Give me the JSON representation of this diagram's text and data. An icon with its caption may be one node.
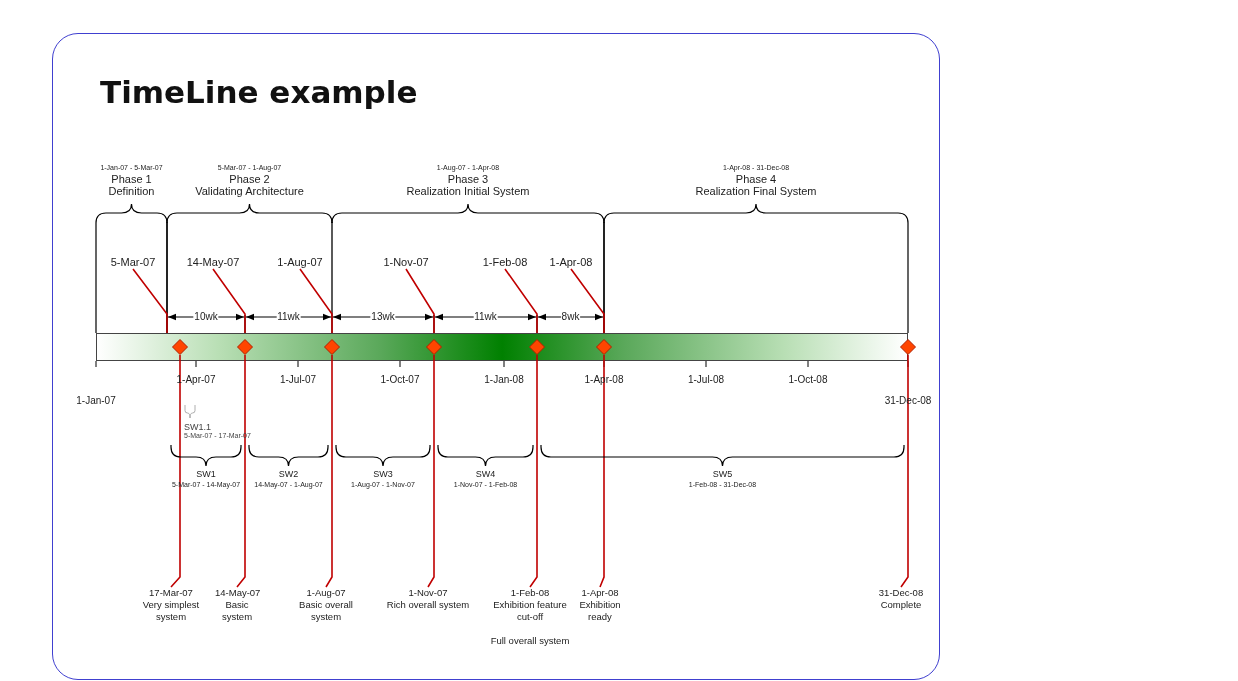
{
  "diagram": {
    "title": "TimeLine example",
    "nodes": [
      {
        "text": [
          "1-Jan-07 - 5-Mar-07",
          "Phase 1",
          "Definition"
        ]
      },
      {
        "text": [
          "5-Mar-07 - 1-Aug-07",
          "Phase 2",
          "Validating Architecture"
        ]
      },
      {
        "text": [
          "1-Aug-07 - 1-Apr-08",
          "Phase 3",
          "Realization Initial System"
        ]
      },
      {
        "text": [
          "1-Apr-08 - 31-Dec-08",
          "Phase 4",
          "Realization Final System"
        ]
      },
      {
        "text": [
          "5-Mar-07"
        ]
      },
      {
        "text": [
          "14-May-07"
        ]
      },
      {
        "text": [
          "1-Aug-07"
        ]
      },
      {
        "text": [
          "1-Nov-07"
        ]
      },
      {
        "text": [
          "1-Feb-08"
        ]
      },
      {
        "text": [
          "1-Apr-08"
        ]
      },
      {
        "text": [],
        "shape": "bar"
      },
      {
        "text": [],
        "shape": "diamond",
        "in": 10
      },
      {
        "text": [],
        "shape": "diamond",
        "in": 10
      },
      {
        "text": [],
        "shape": "diamond",
        "in": 10
      },
      {
        "text": [],
        "shape": "diamond",
        "in": 10
      },
      {
        "text": [],
        "shape": "diamond",
        "in": 10
      },
      {
        "text": [],
        "shape": "diamond",
        "in": 10
      },
      {
        "text": [],
        "shape": "diamond",
        "in": 10
      },
      {
        "text": [
          "SW1.1",
          "5-Mar-07 - 17-Mar-07"
        ]
      },
      {
        "text": [
          "SW1",
          "5-Mar-07 - 14-May-07"
        ]
      },
      {
        "text": [
          "SW2",
          "14-May-07 - 1-Aug-07"
        ]
      },
      {
        "text": [
          "SW3",
          "1-Aug-07 - 1-Nov-07"
        ]
      },
      {
        "text": [
          "SW4",
          "1-Nov-07 - 1-Feb-08"
        ]
      },
      {
        "text": [
          "SW5",
          "1-Feb-08 - 31-Dec-08"
        ]
      },
      {
        "text": [
          "17-Mar-07",
          "Very simplest system"
        ]
      },
      {
        "text": [
          "14-May-07",
          "Basic system"
        ]
      },
      {
        "text": [
          "1-Aug-07",
          "Basic overall system"
        ]
      },
      {
        "text": [
          "1-Nov-07",
          "Rich overall system"
        ]
      },
      {
        "text": [
          "1-Feb-08",
          "Exhibition feature cut-off",
          "Full overall system"
        ]
      },
      {
        "text": [
          "1-Apr-08",
          "Exhibition ready"
        ]
      },
      {
        "text": [
          "31-Dec-08",
          "Complete"
        ]
      }
    ],
    "edges": [
      {
        "from": 4,
        "to": 10,
        "arrow": "none"
      },
      {
        "from": 5,
        "to": 10,
        "arrow": "none"
      },
      {
        "from": 6,
        "to": 10,
        "arrow": "none"
      },
      {
        "from": 7,
        "to": 10,
        "arrow": "none"
      },
      {
        "from": 8,
        "to": 10,
        "arrow": "none"
      },
      {
        "from": 9,
        "to": 10,
        "arrow": "none"
      },
      {
        "from": 24,
        "to": 11,
        "arrow": "none"
      },
      {
        "from": 25,
        "to": 12,
        "arrow": "none"
      },
      {
        "from": 26,
        "to": 13,
        "arrow": "none"
      },
      {
        "from": 27,
        "to": 14,
        "arrow": "none"
      },
      {
        "from": 28,
        "to": 15,
        "arrow": "none"
      },
      {
        "from": 29,
        "to": 16,
        "arrow": "none"
      },
      {
        "from": 30,
        "to": 17,
        "arrow": "none"
      }
    ],
    "labels": [
      "10wk",
      "11wk",
      "13wk",
      "11wk",
      "8wk",
      "1-Apr-07",
      "1-Jul-07",
      "1-Oct-07",
      "1-Jan-08",
      "1-Apr-08",
      "1-Jul-08",
      "1-Oct-08",
      "1-Jan-07",
      "31-Dec-08"
    ]
  }
}
